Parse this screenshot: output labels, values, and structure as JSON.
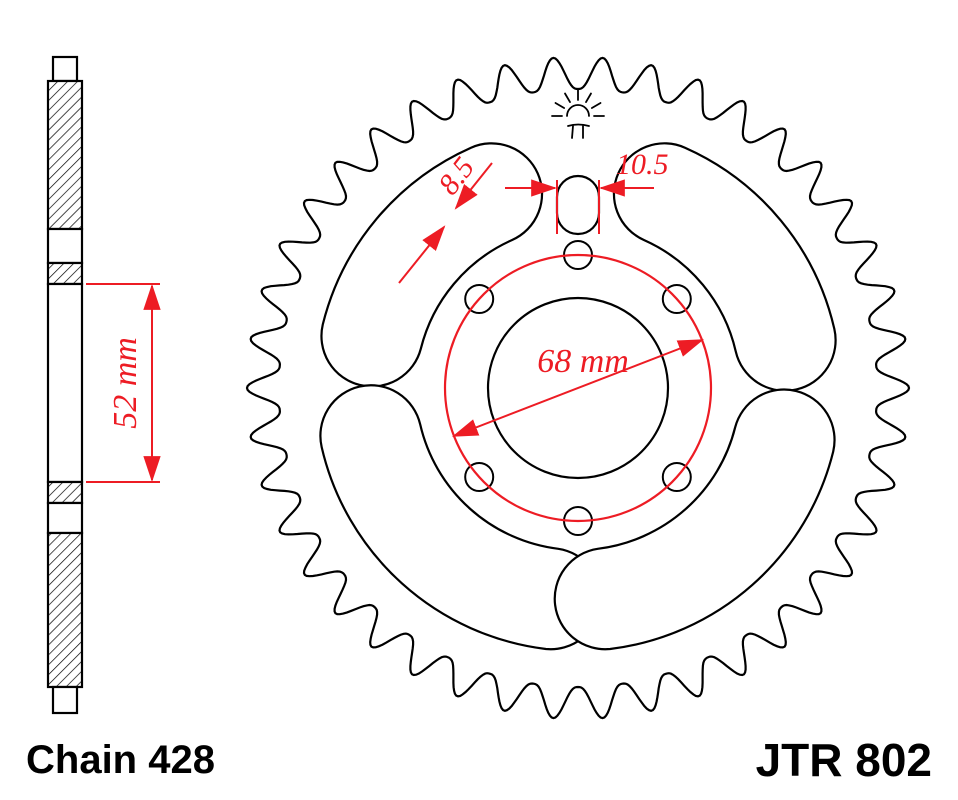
{
  "drawing": {
    "chain_label": "Chain 428",
    "part_number": "JTR 802",
    "dimensions": {
      "side_width_52": "52 mm",
      "bolt_circle_68": "68 mm",
      "slot_8_5": "8.5",
      "slot_10_5": "10.5"
    },
    "colors": {
      "dimension_red": "#ed1c24",
      "outline_black": "#000000",
      "background_white": "#ffffff"
    },
    "icons": {
      "finish_symbol": "sun-icon"
    }
  }
}
